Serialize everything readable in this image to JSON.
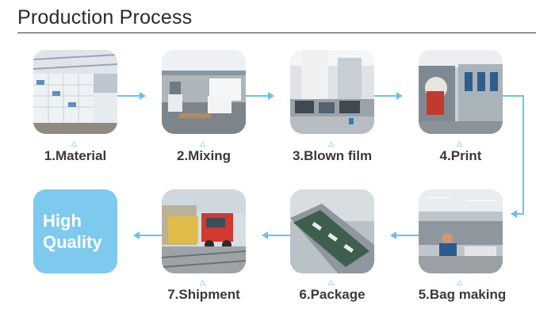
{
  "header": {
    "title": "Production Process"
  },
  "steps": {
    "s1": "1.Material",
    "s2": "2.Mixing",
    "s3": "3.Blown film",
    "s4": "4.Print",
    "s5": "5.Bag making",
    "s6": "6.Package",
    "s7": "7.Shipment"
  },
  "quality": {
    "line1": "High",
    "line2": "Quality"
  },
  "colors": {
    "accent": "#7ec9ee",
    "arrow": "#6cc0ea",
    "title_text": "#2a2a2a",
    "label_text": "#3a3a3a"
  }
}
